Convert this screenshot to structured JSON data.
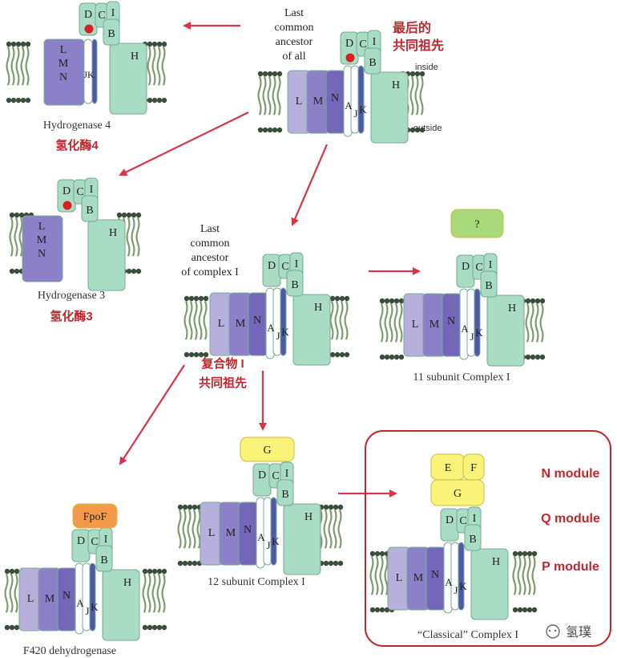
{
  "colors": {
    "subunit_green": "#a8dcc4",
    "subunit_stroke": "#7aa896",
    "membrane_light": "#b8b0dc",
    "membrane_mid": "#8c80c8",
    "membrane_dark": "#7466b8",
    "k_blue": "#4e5aa8",
    "yellow": "#fbf27a",
    "orange": "#f29a4a",
    "lime": "#a8d878",
    "red_accent": "#c0262d",
    "quinone_dot": "#d92020",
    "lipid_head": "#3a4d3c",
    "lipid_tail": "#7e9a6e"
  },
  "labels": {
    "lca_all": [
      "Last",
      "common",
      "ancestor",
      "of all"
    ],
    "lca_all_cn": [
      "最后的",
      "共同祖先"
    ],
    "inside": "inside",
    "outside": "outside",
    "hyd4": "Hydrogenase 4",
    "hyd4_cn": "氢化酶4",
    "hyd3": "Hydrogenase 3",
    "hyd3_cn": "氢化酶3",
    "lca_c1": [
      "Last",
      "common",
      "ancestor",
      "of complex I"
    ],
    "lca_c1_cn": [
      "复合物 I",
      "共同祖先"
    ],
    "question": "?",
    "c11": "11 subunit Complex I",
    "c12": "12 subunit Complex I",
    "f420": "F420 dehydrogenase",
    "classical": "“Classical” Complex I",
    "fpof": "FpoF",
    "n_module": "N module",
    "q_module": "Q module",
    "p_module": "P module",
    "watermark": "氢璞"
  },
  "subunits": {
    "D": "D",
    "C": "C",
    "I": "I",
    "B": "B",
    "H": "H",
    "L": "L",
    "M": "M",
    "N": "N",
    "A": "A",
    "J": "J",
    "K": "K",
    "G": "G",
    "E": "E",
    "F": "F",
    "LMN": [
      "L",
      "M",
      "N"
    ]
  }
}
